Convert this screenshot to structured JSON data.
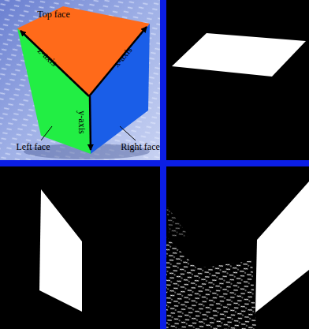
{
  "diagram": {
    "labels": [
      "Top face",
      "z-axis",
      "x-axis",
      "y-axis",
      "Left face",
      "Right face"
    ]
  }
}
